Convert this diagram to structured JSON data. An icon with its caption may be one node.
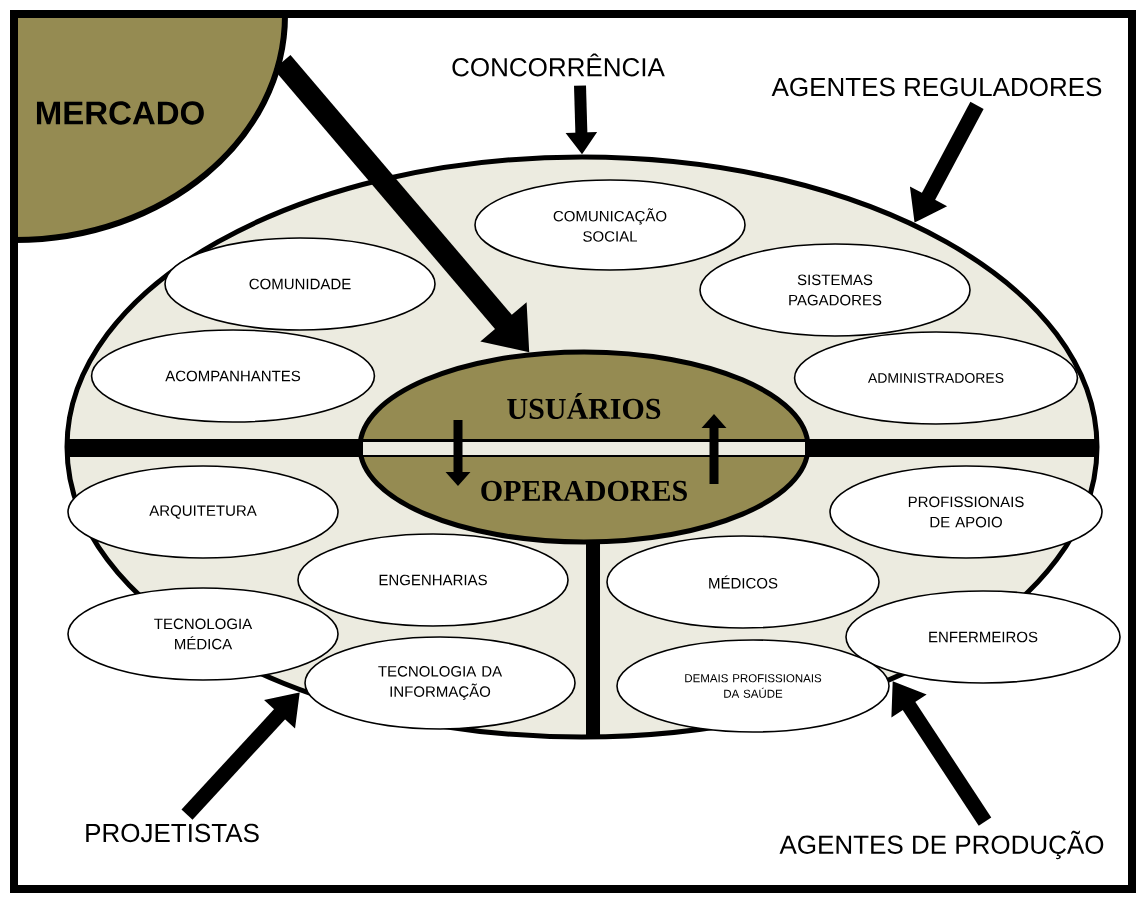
{
  "diagram": {
    "nodes": [
      {
        "text": [
          "MERCADO"
        ]
      },
      {
        "text": [],
        "shape": "ellipse"
      },
      {
        "text": [
          "CONCORRÊNCIA"
        ]
      },
      {
        "text": [
          "AGENTES REGULADORES"
        ]
      },
      {
        "text": [
          "COMUNICAÇÃO SOCIAL"
        ],
        "in": 1
      },
      {
        "text": [
          "COMUNIDADE"
        ],
        "in": 1
      },
      {
        "text": [
          "SISTEMAS PAGADORES"
        ],
        "in": 1
      },
      {
        "text": [
          "ACOMPANHANTES"
        ],
        "in": 1
      },
      {
        "text": [
          "ADMINISTRADORES"
        ],
        "in": 1
      },
      {
        "text": [
          "USUÁRIOS",
          "OPERADORES"
        ],
        "in": 1
      },
      {
        "text": [
          "ARQUITETURA"
        ],
        "in": 1
      },
      {
        "text": [
          "PROFISSIONAIS DE APOIO"
        ],
        "in": 1
      },
      {
        "text": [
          "ENGENHARIAS"
        ],
        "in": 1
      },
      {
        "text": [
          "MÉDICOS"
        ],
        "in": 1
      },
      {
        "text": [
          "TECNOLOGIA MÉDICA"
        ],
        "in": 1
      },
      {
        "text": [
          "ENFERMEIROS"
        ]
      },
      {
        "text": [
          "TECNOLOGIA DA INFORMAÇÃO"
        ],
        "in": 1
      },
      {
        "text": [
          "DEMAIS PROFISSIONAIS DA SAÚDE"
        ],
        "in": 1
      },
      {
        "text": [
          "PROJETISTAS"
        ]
      },
      {
        "text": [
          "AGENTES DE PRODUÇÃO"
        ]
      }
    ],
    "edges": [
      {
        "from": 0,
        "to": 9,
        "arrow": "to"
      },
      {
        "from": 2,
        "to": 1,
        "arrow": "to"
      },
      {
        "from": 3,
        "to": 1,
        "arrow": "to"
      },
      {
        "from": 18,
        "to": 1,
        "arrow": "to"
      },
      {
        "from": 19,
        "to": 1,
        "arrow": "to"
      }
    ]
  }
}
